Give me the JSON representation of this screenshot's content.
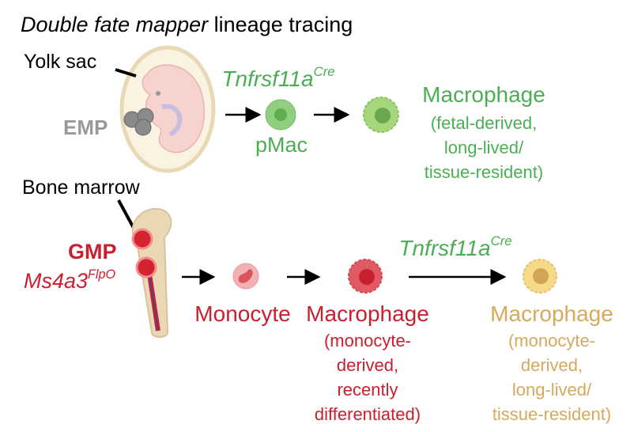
{
  "title": {
    "italic": "Double fate mapper",
    "rest": " lineage tracing"
  },
  "labels": {
    "yolk_sac": "Yolk sac",
    "emp": "EMP",
    "bone_marrow": "Bone marrow",
    "gmp": "GMP"
  },
  "genes": {
    "tnfrsf": "Tnfrsf11a",
    "cre": "Cre",
    "ms4a3": "Ms4a3",
    "flpo": "FlpO"
  },
  "top_row": {
    "pmac": "pMac",
    "macrophage": "Macrophage",
    "macrophage_desc": [
      "(fetal-derived,",
      "long-lived/",
      "tissue-resident)"
    ]
  },
  "bottom_row": {
    "monocyte": "Monocyte",
    "macrophage_recent": "Macrophage",
    "macrophage_recent_desc": [
      "(monocyte-",
      "derived,",
      "recently",
      "differentiated)"
    ],
    "macrophage_long": "Macrophage",
    "macrophage_long_desc": [
      "(monocyte-",
      "derived,",
      "long-lived/",
      "tissue-resident)"
    ]
  },
  "colors": {
    "green": "#4cae54",
    "red": "#c8202f",
    "tan": "#d6a95e",
    "gray": "#999999"
  }
}
